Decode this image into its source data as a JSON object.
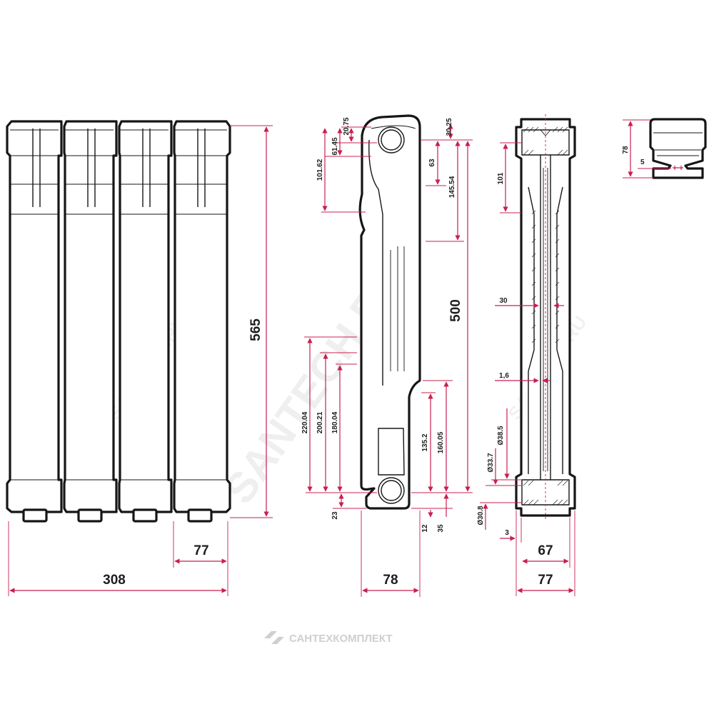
{
  "watermark": {
    "site_text": "SANTECH.RU",
    "brand_text": "САНТЕХКОМПЛЕКТ"
  },
  "front_view": {
    "height_label": "565",
    "total_width_label": "308",
    "section_width_label": "77"
  },
  "side_view": {
    "height_label": "500",
    "depth_label": "78",
    "dims": {
      "d_20_75": "20.75",
      "d_61_45": "61.45",
      "d_101_62": "101.62",
      "d_30_25": "30.25",
      "d_63": "63",
      "d_145_54": "145.54",
      "d_220_04": "220.04",
      "d_200_21": "200.21",
      "d_180_04": "180.04",
      "d_135_2": "135.2",
      "d_160_05": "160.05",
      "d_23": "23",
      "d_12": "12",
      "d_35": "35"
    }
  },
  "section_view": {
    "dims": {
      "d_101": "101",
      "d_30": "30",
      "d_1_6": "1,6",
      "d_38_5": "Ø38.5",
      "d_33_7": "Ø33.7",
      "d_30_8": "Ø30.8",
      "d_3": "3",
      "d_67": "67",
      "d_77": "77"
    }
  },
  "top_view": {
    "dims": {
      "d_78": "78",
      "d_5": "5"
    }
  },
  "colors": {
    "dimension": "#c8204f",
    "outline": "#161616"
  }
}
